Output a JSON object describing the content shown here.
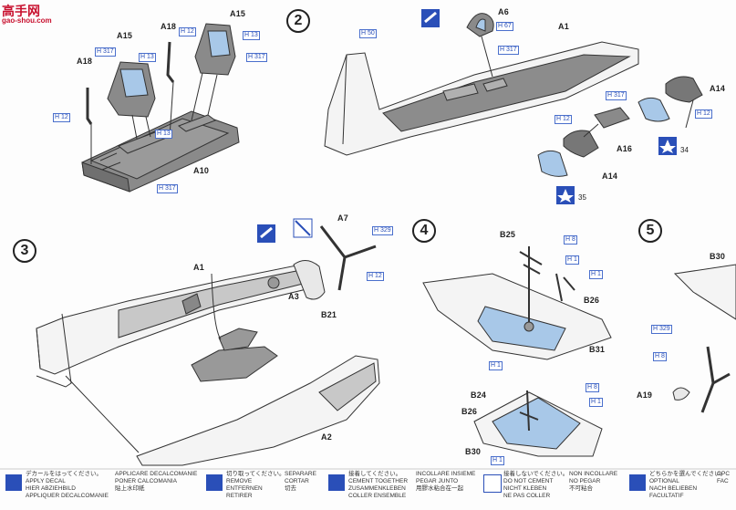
{
  "watermark": {
    "title": "高手网",
    "url": "gao-shou.com"
  },
  "steps": [
    "2",
    "3",
    "4",
    "5"
  ],
  "parts": {
    "A1": "A1",
    "A2": "A2",
    "A3": "A3",
    "A6": "A6",
    "A7": "A7",
    "A10": "A10",
    "A14": "A14",
    "A15": "A15",
    "A16": "A16",
    "A18": "A18",
    "A19": "A19",
    "B21": "B21",
    "B24": "B24",
    "B25": "B25",
    "B26": "B26",
    "B30": "B30",
    "B31": "B31"
  },
  "codes": {
    "H1": "H 1",
    "H8": "H 8",
    "H12": "H 12",
    "H13": "H 13",
    "H50": "H 50",
    "H67": "H 67",
    "H317": "H 317",
    "H329": "H 329"
  },
  "markers": {
    "m34": "34",
    "m35": "35"
  },
  "legend": [
    {
      "icon": "decal-icon",
      "lines": [
        "デカールをはってください。",
        "APPLY DECAL",
        "HIER ABZIEHBILD",
        "APPLIQUER DECALCOMANIE"
      ]
    },
    {
      "icon": "",
      "lines": [
        "APPLICARE DECALCOMANIE",
        "PONER CALCOMANIA",
        "貼上水印紙"
      ]
    },
    {
      "icon": "remove-icon",
      "lines": [
        "切り取ってください。",
        "REMOVE",
        "ENTFERNEN",
        "RETIRER"
      ]
    },
    {
      "icon": "",
      "lines": [
        "SEPARARE",
        "CORTAR",
        "切去"
      ]
    },
    {
      "icon": "cement-icon",
      "lines": [
        "接着してください。",
        "CEMENT TOGETHER",
        "ZUSAMMENKLEBEN",
        "COLLER ENSEMBLE"
      ]
    },
    {
      "icon": "",
      "lines": [
        "INCOLLARE INSIEME",
        "PEGAR JUNTO",
        "用膠水粘合在一起"
      ]
    },
    {
      "icon": "no-cement-icon",
      "lines": [
        "接着しないでください。",
        "DO NOT CEMENT",
        "NICHT KLEBEN",
        "NE PAS COLLER"
      ]
    },
    {
      "icon": "",
      "lines": [
        "NON INCOLLARE",
        "NO PEGAR",
        "不可粘合"
      ]
    },
    {
      "icon": "optional-icon",
      "lines": [
        "どちらかを選んでください。",
        "OPTIONAL",
        "NACH BELIEBEN",
        "FACULTATIF"
      ]
    },
    {
      "icon": "",
      "lines": [
        "OPC",
        "FAC"
      ]
    }
  ]
}
